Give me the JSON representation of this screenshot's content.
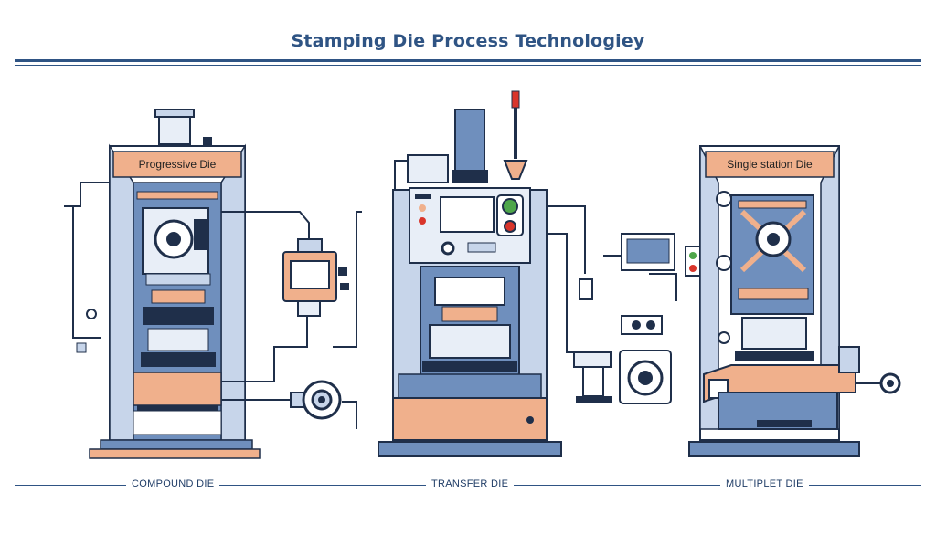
{
  "header": {
    "title": "Stamping Die Process Technologiey"
  },
  "machines": [
    {
      "id": "left",
      "plate": "Progressive Die"
    },
    {
      "id": "center",
      "plate": ""
    },
    {
      "id": "right",
      "plate": "Single station Die"
    }
  ],
  "footer": {
    "labels": [
      "COMPOUND DIE",
      "TRANSFER DIE",
      "MULTIPLET DIE"
    ]
  },
  "colors": {
    "navy": "#2f5484",
    "blue": "#6f8fbd",
    "light_blue": "#c7d5ea",
    "peach": "#f0b08c",
    "dark": "#1f2f4a",
    "red": "#d9352b",
    "green": "#4ea64a"
  }
}
